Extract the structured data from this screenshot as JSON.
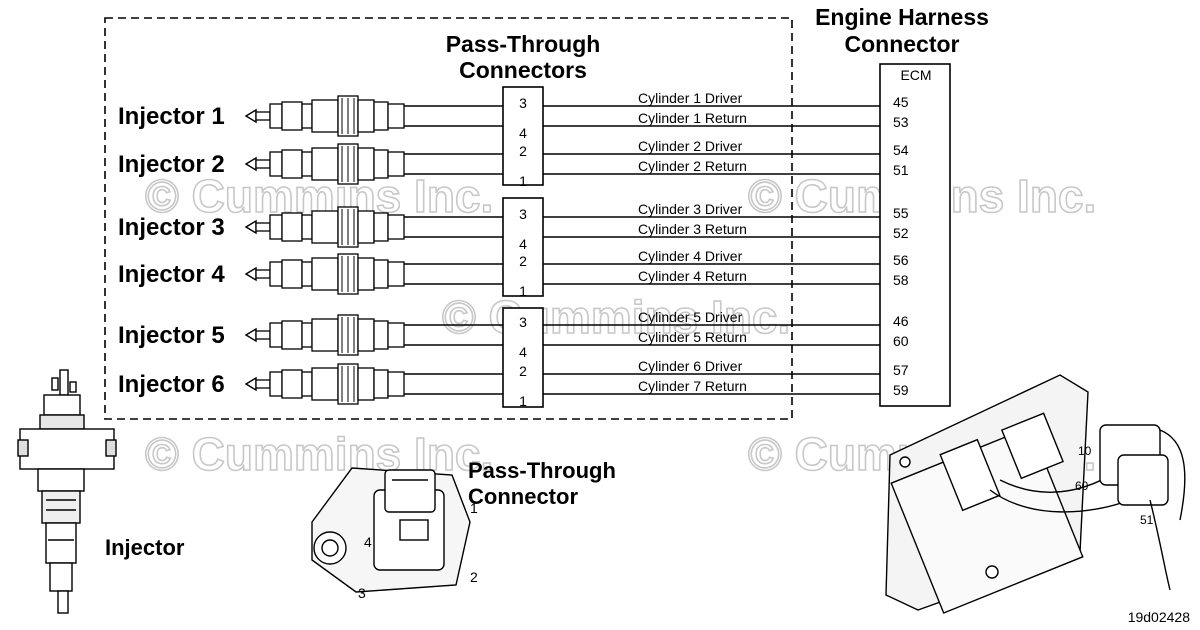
{
  "titles": {
    "engine_harness": [
      "Engine Harness",
      "Connector"
    ],
    "pass_through": [
      "Pass-Through",
      "Connectors"
    ],
    "ecm": "ECM",
    "pass_through_single": [
      "Pass-Through",
      "Connector"
    ],
    "injector": "Injector",
    "figure_id": "19d02428"
  },
  "watermark": "© Cummins Inc.",
  "injectors": [
    {
      "label": "Injector 1",
      "driver": "Cylinder 1 Driver",
      "ret": "Cylinder 1 Return",
      "pt_top": "3",
      "pt_bottom": "4",
      "ecm_top": "45",
      "ecm_bottom": "53"
    },
    {
      "label": "Injector 2",
      "driver": "Cylinder 2 Driver",
      "ret": "Cylinder 2 Return",
      "pt_top": "2",
      "pt_bottom": "1",
      "ecm_top": "54",
      "ecm_bottom": "51"
    },
    {
      "label": "Injector 3",
      "driver": "Cylinder 3 Driver",
      "ret": "Cylinder 3 Return",
      "pt_top": "3",
      "pt_bottom": "4",
      "ecm_top": "55",
      "ecm_bottom": "52"
    },
    {
      "label": "Injector 4",
      "driver": "Cylinder 4 Driver",
      "ret": "Cylinder 4 Return",
      "pt_top": "2",
      "pt_bottom": "1",
      "ecm_top": "56",
      "ecm_bottom": "58"
    },
    {
      "label": "Injector 5",
      "driver": "Cylinder 5 Driver",
      "ret": "Cylinder 5 Return",
      "pt_top": "3",
      "pt_bottom": "4",
      "ecm_top": "46",
      "ecm_bottom": "60"
    },
    {
      "label": "Injector 6",
      "driver": "Cylinder 6 Driver",
      "ret": "Cylinder 7 Return",
      "pt_top": "2",
      "pt_bottom": "1",
      "ecm_top": "57",
      "ecm_bottom": "59"
    }
  ],
  "pt_connector_pins": [
    "1",
    "2",
    "3",
    "4"
  ],
  "ecm_connector_pins": [
    "10",
    "60",
    "51"
  ]
}
